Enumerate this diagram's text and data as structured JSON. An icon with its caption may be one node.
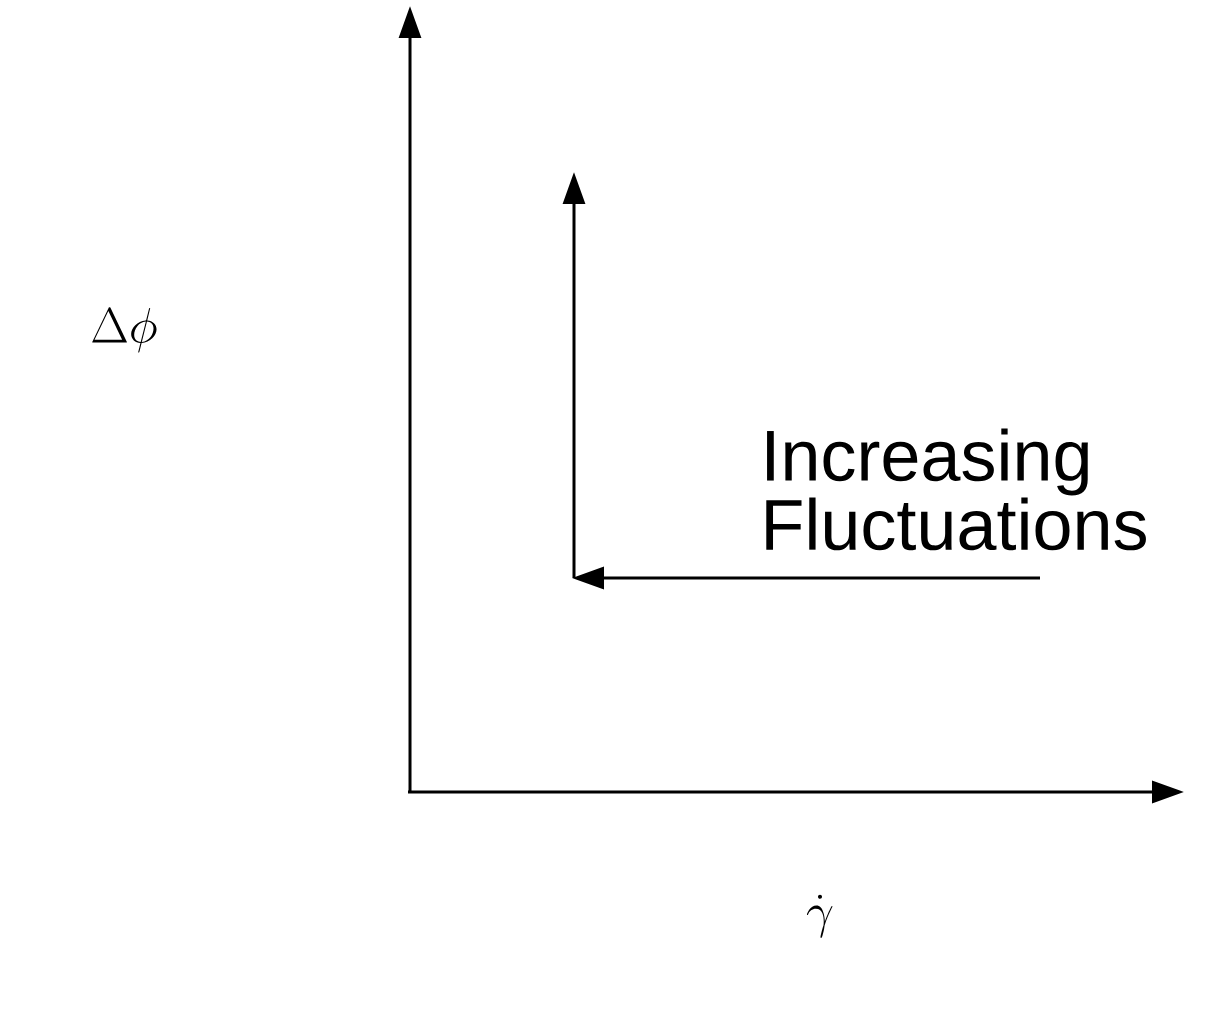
{
  "diagram": {
    "labels": [
      "\\Delta\\phi",
      "Increasing Fluctuations",
      "\\dot{\\gamma}"
    ]
  }
}
